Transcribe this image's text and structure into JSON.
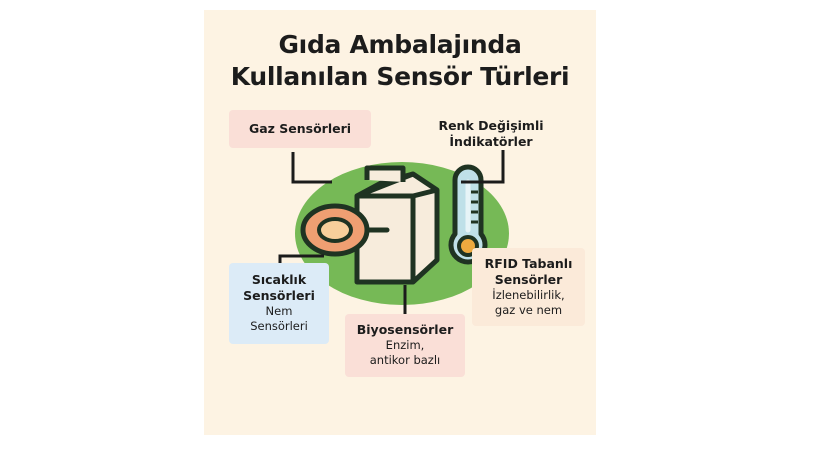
{
  "infographic": {
    "title": {
      "line1": "Gıda Ambalajında",
      "line2": "Kullanılan Sensör Türleri"
    },
    "background_color": "#fdf3e3",
    "accent_green": "#76b956",
    "labels": {
      "gas": {
        "heading": "Gaz Sensörleri",
        "subtext": "",
        "box_color": "#fadfd7"
      },
      "color_indicator": {
        "heading_line1": "Renk Değişimli",
        "heading_line2": "İndikatörler",
        "box_color": "transparent"
      },
      "temperature": {
        "heading_line1": "Sıcaklık",
        "heading_line2": "Sensörleri",
        "subtext_line1": "Nem",
        "subtext_line2": "Sensörleri",
        "box_color": "#dcebf7"
      },
      "rfid": {
        "heading_line1": "RFID Tabanlı",
        "heading_line2": "Sensörler",
        "subtext_line1": "İzlenebilirlik,",
        "subtext_line2": "gaz ve nem",
        "box_color": "#fbead9"
      },
      "biosensor": {
        "heading": "Biyosensörler",
        "subtext_line1": "Enzim,",
        "subtext_line2": "antikor bazlı",
        "box_color": "#fadfd7"
      }
    },
    "artwork": {
      "carton": {
        "name": "milk-carton-icon",
        "fill": "#f7ecdc",
        "stroke": "#1f3322"
      },
      "gas_sensor": {
        "name": "magnifier-sensor-icon",
        "ring": "#ef9f72",
        "inner": "#f8cf9b"
      },
      "thermometer": {
        "name": "thermometer-icon",
        "body": "#bfe0e8",
        "bulb": "#eda93f"
      }
    }
  }
}
